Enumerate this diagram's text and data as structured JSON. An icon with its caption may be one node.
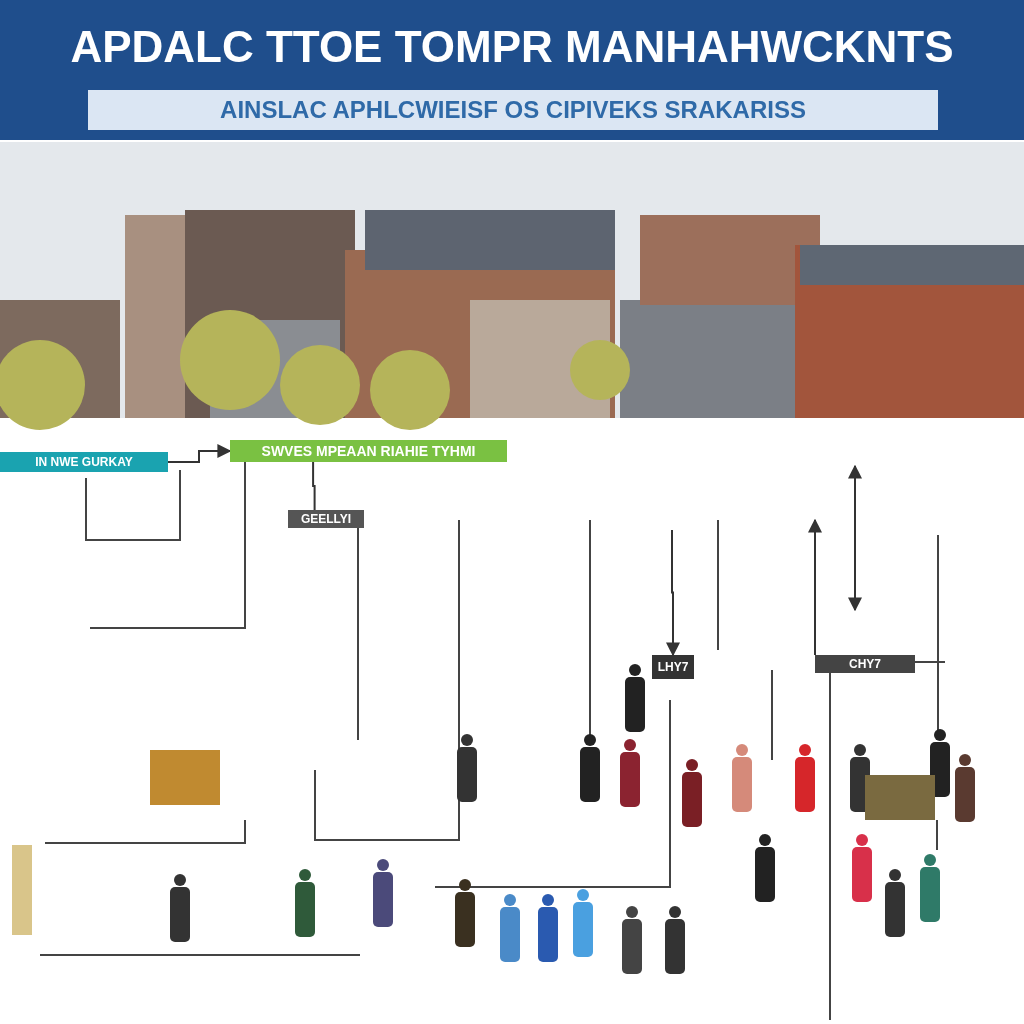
{
  "diagram": {
    "title": "APDALC TTOE TOMPR MANHAHWCKNTS",
    "nodes": [
      {
        "text": [
          "IN NWE GURKAY"
        ]
      },
      {
        "text": [
          "SWVES MPEAAN RIAHIE TYHMI"
        ]
      },
      {
        "text": [
          "GEELLYI"
        ]
      },
      {
        "text": [
          "LHY7"
        ]
      },
      {
        "text": [
          "CHY7"
        ]
      }
    ],
    "edges": [
      {
        "from": 0,
        "to": 1,
        "arrow": "to"
      },
      {
        "from": 1,
        "to": 2,
        "arrow": "none"
      },
      {
        "from": null,
        "to": 3,
        "arrow": "to"
      },
      {
        "from": 4,
        "to": null,
        "arrow": "to"
      }
    ],
    "labels": [
      "AINSLAC APHLCWIEISF OS CIPIVEKS SRAKARISS"
    ]
  }
}
